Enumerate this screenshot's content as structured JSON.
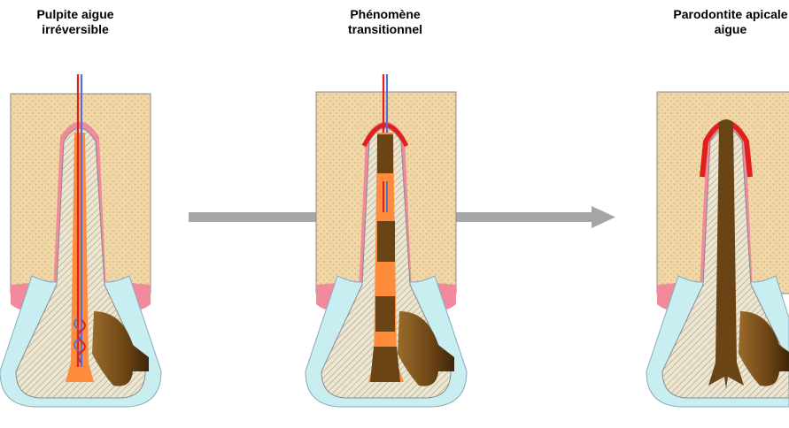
{
  "diagram": {
    "stages": [
      {
        "title_lines": [
          "Pulpite aigue",
          "irréversible"
        ]
      },
      {
        "title_lines": [
          "Phénomène",
          "transitionnel"
        ]
      },
      {
        "title_lines": [
          "Parodontite apicale",
          "aigue"
        ]
      }
    ]
  },
  "colors": {
    "bone": "#f1d7a6",
    "gum": "#f08a9c",
    "enamel": "#c9eef2",
    "dentin": "#ece5cf",
    "pulp": "#ff8c3c",
    "necrotic": "#6b4415",
    "inflammation": "#e0201c",
    "vessel": "#5b6fd0",
    "arrow": "#a6a6a6"
  }
}
